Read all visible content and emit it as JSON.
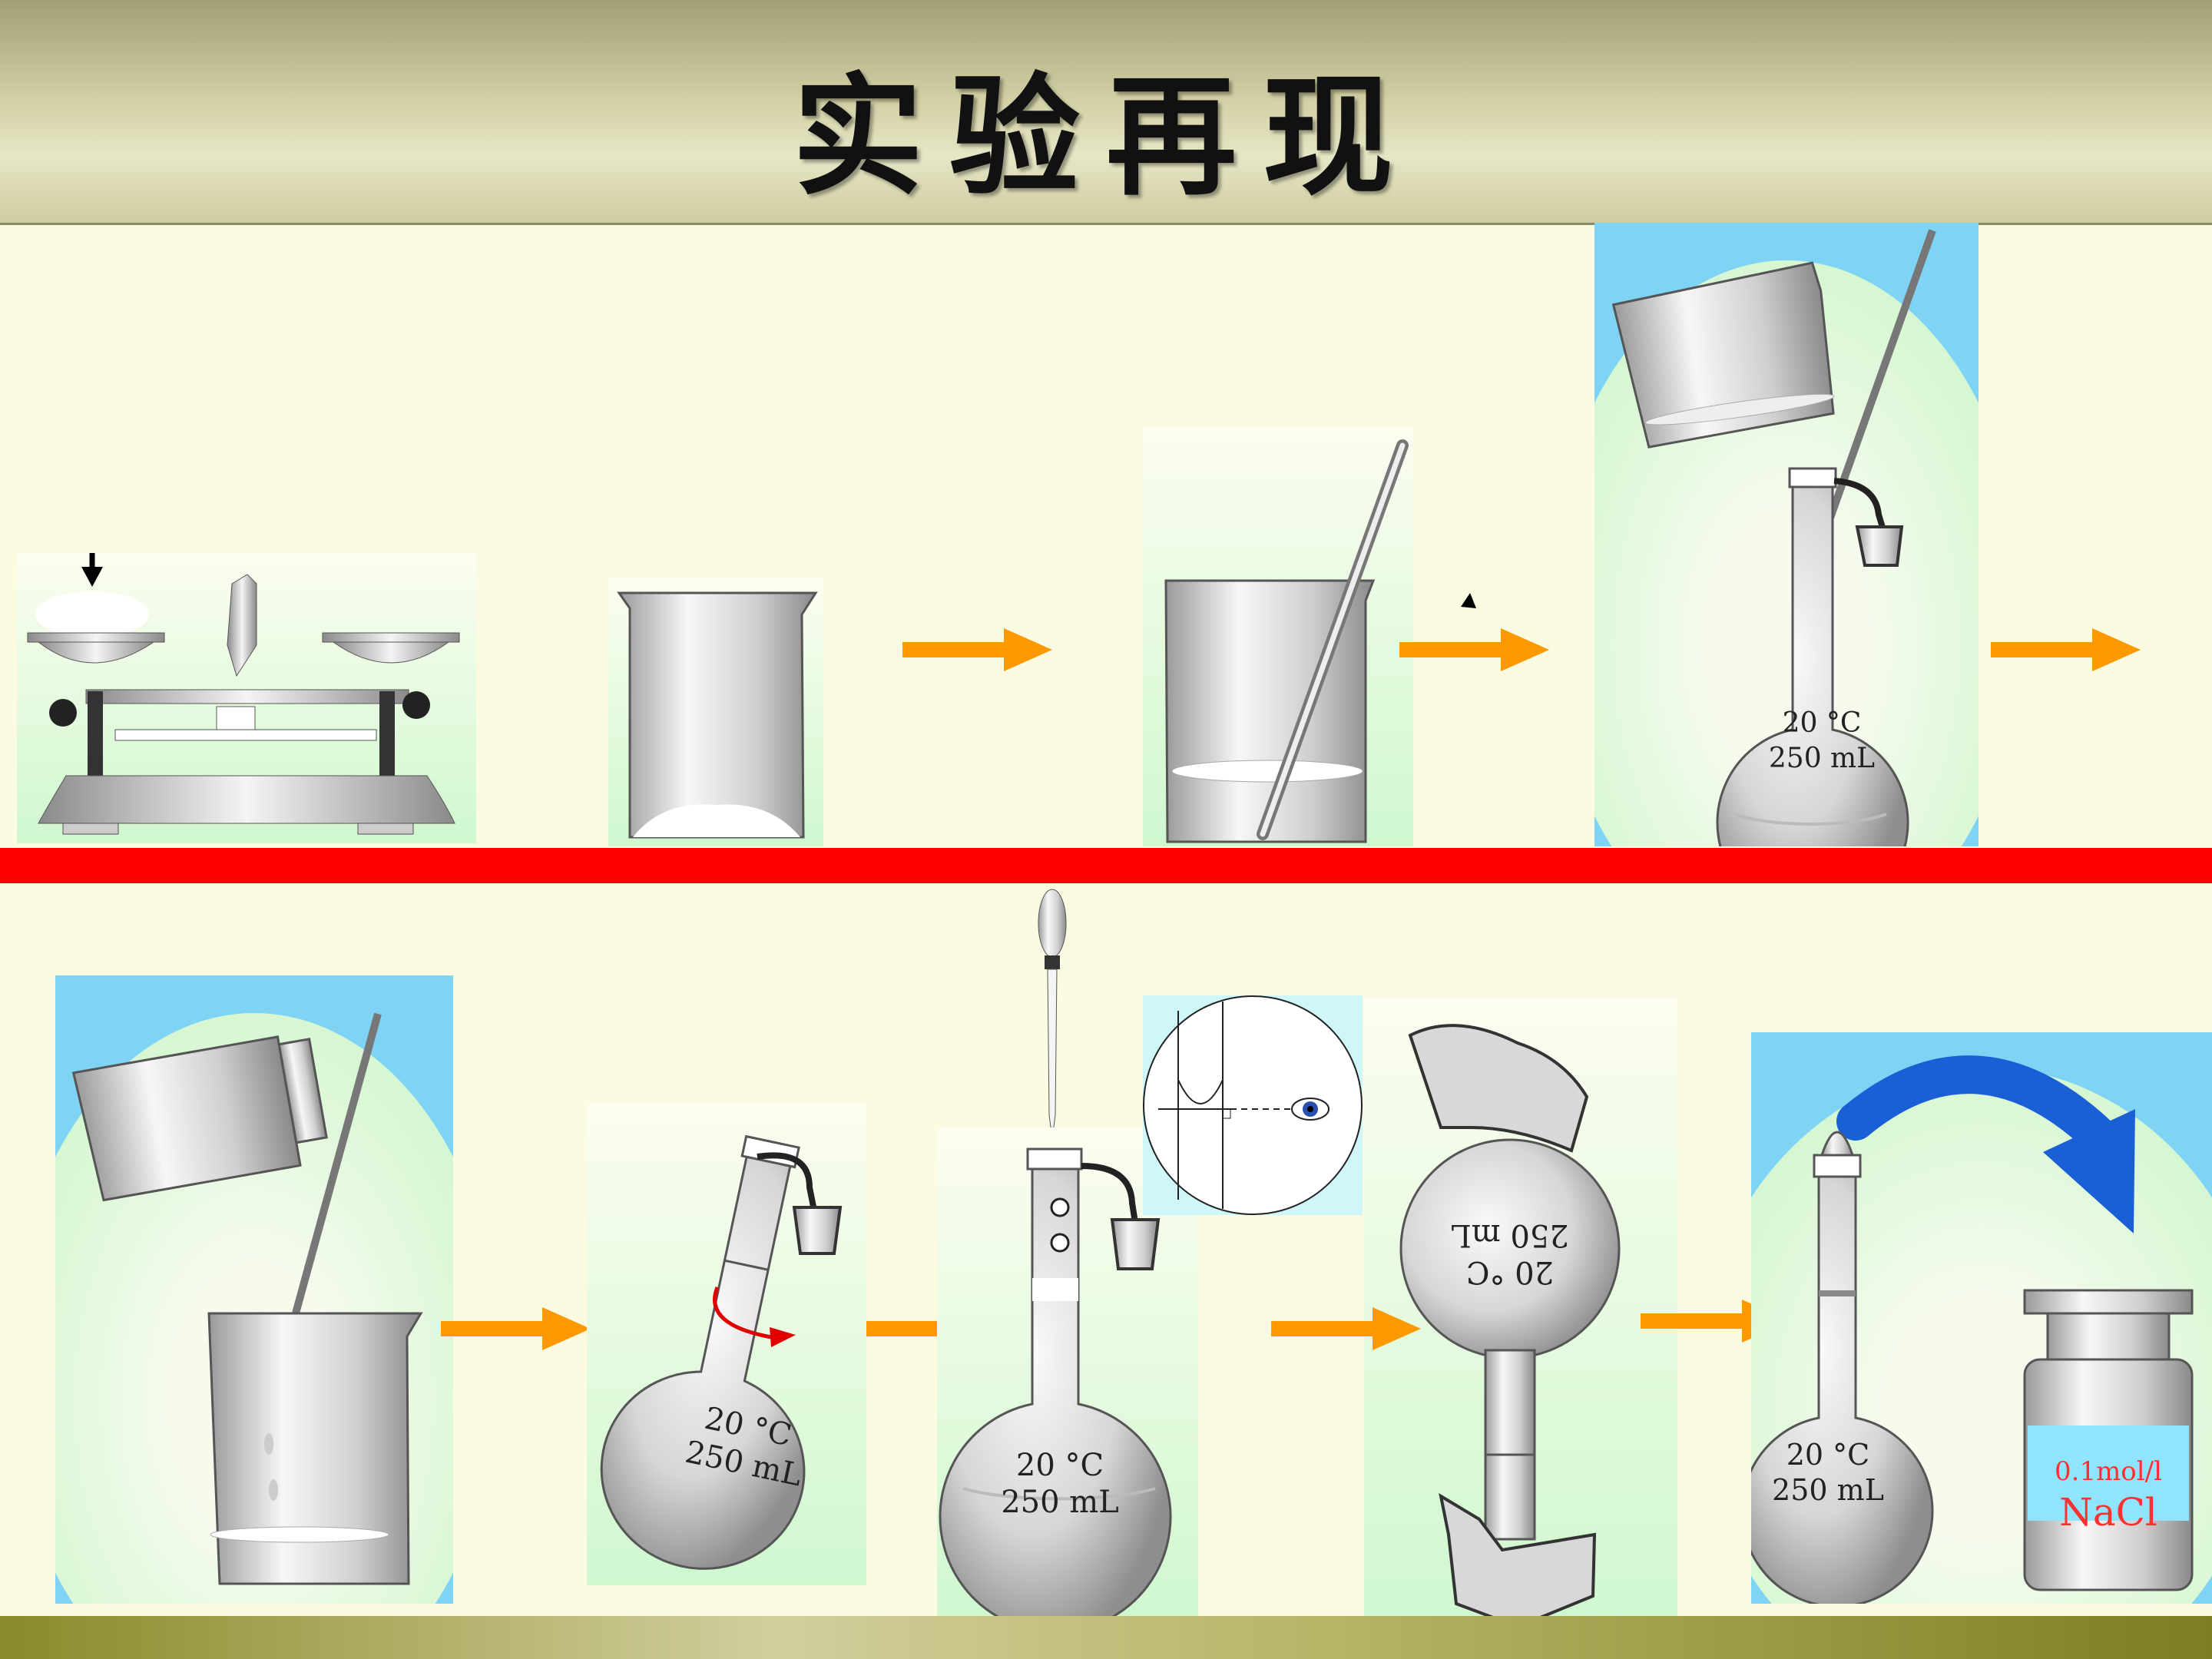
{
  "title": "实验再现",
  "flask_labels": {
    "temp": "20 °C",
    "volume": "250 mL"
  },
  "reagent_bottle": {
    "concentration": "0.1mol/l",
    "substance": "NaCl"
  },
  "colors": {
    "divider": "#ff0000",
    "arrow": "#ff9900",
    "curved_arrow": "#1a5fd6",
    "label_text": "#ff3030",
    "label_bg": "#8fe4ff"
  },
  "steps_row1": [
    "balance-icon",
    "beaker-with-solid-icon",
    "beaker-stirring-icon",
    "transfer-to-flask-icon"
  ],
  "steps_row2": [
    "rinse-beaker-icon",
    "swirl-flask-icon",
    "dropper-fill-icon",
    "meniscus-view-icon",
    "invert-flask-icon",
    "bottle-transfer-icon"
  ]
}
